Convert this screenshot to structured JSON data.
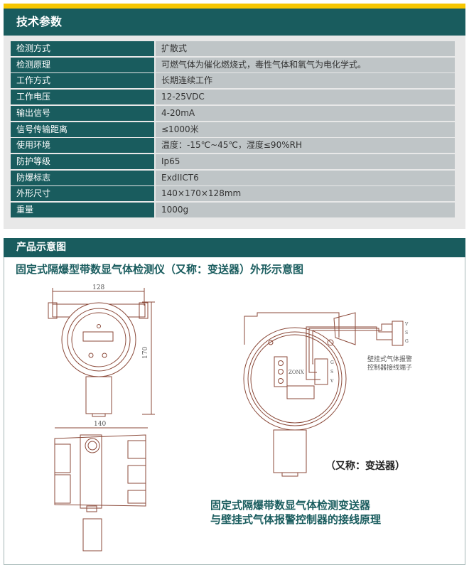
{
  "specs": {
    "title": "技术参数",
    "rows": [
      {
        "k": "检测方式",
        "v": "扩散式"
      },
      {
        "k": "检测原理",
        "v": "可燃气体为催化燃烧式，毒性气体和氧气为电化学式。"
      },
      {
        "k": "工作方式",
        "v": "长期连续工作"
      },
      {
        "k": "工作电压",
        "v": "12-25VDC"
      },
      {
        "k": "输出信号",
        "v": "4-20mA"
      },
      {
        "k": "信号传输距离",
        "v": "≤1000米"
      },
      {
        "k": "使用环境",
        "v": "温度：-15℃~45℃，湿度≤90%RH"
      },
      {
        "k": "防护等级",
        "v": "Ip65"
      },
      {
        "k": "防爆标志",
        "v": "ExdIICT6"
      },
      {
        "k": "外形尺寸",
        "v": "140×170×128mm"
      },
      {
        "k": "重量",
        "v": "1000g"
      }
    ]
  },
  "diagram": {
    "title": "产品示意图",
    "subtitle": "固定式隔爆型带数显气体检测仪（又称：变送器）外形示意图",
    "dim_width": "128",
    "dim_height": "170",
    "dim_depth": "140",
    "terminals": [
      "V",
      "S",
      "G"
    ],
    "inner_terminals": [
      "G",
      "S",
      "V"
    ],
    "brand": "ZONX",
    "controller_label_1": "壁挂式气体报警",
    "controller_label_2": "控制器接线端子",
    "alias": "（又称：变送器）",
    "caption_1": "固定式隔爆带数显气体检测变送器",
    "caption_2": "与壁挂式气体报警控制器的接线原理"
  }
}
